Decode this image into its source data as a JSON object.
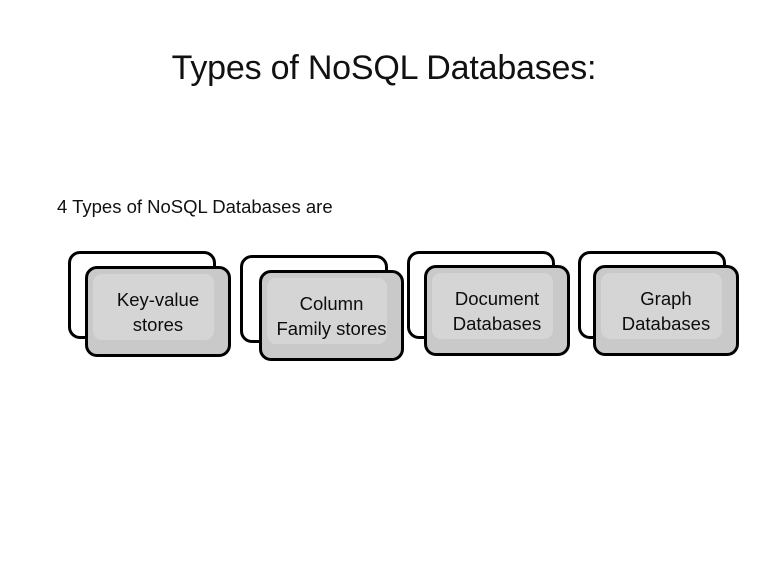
{
  "slide": {
    "title": "Types of NoSQL Databases:",
    "subtitle": "4 Types of NoSQL Databases are",
    "background_color": "#ffffff",
    "text_color": "#111111"
  },
  "cards": {
    "fill_color": "#c9c9c9",
    "inner_fill_color": "#d5d5d5",
    "back_fill_color": "#ffffff",
    "border_color": "#000000",
    "items": [
      {
        "id": "key-value",
        "label": "Key-value\nstores"
      },
      {
        "id": "column-family",
        "label": "Column\nFamily stores"
      },
      {
        "id": "document",
        "label": "Document\nDatabases"
      },
      {
        "id": "graph",
        "label": "Graph\nDatabases"
      }
    ]
  }
}
